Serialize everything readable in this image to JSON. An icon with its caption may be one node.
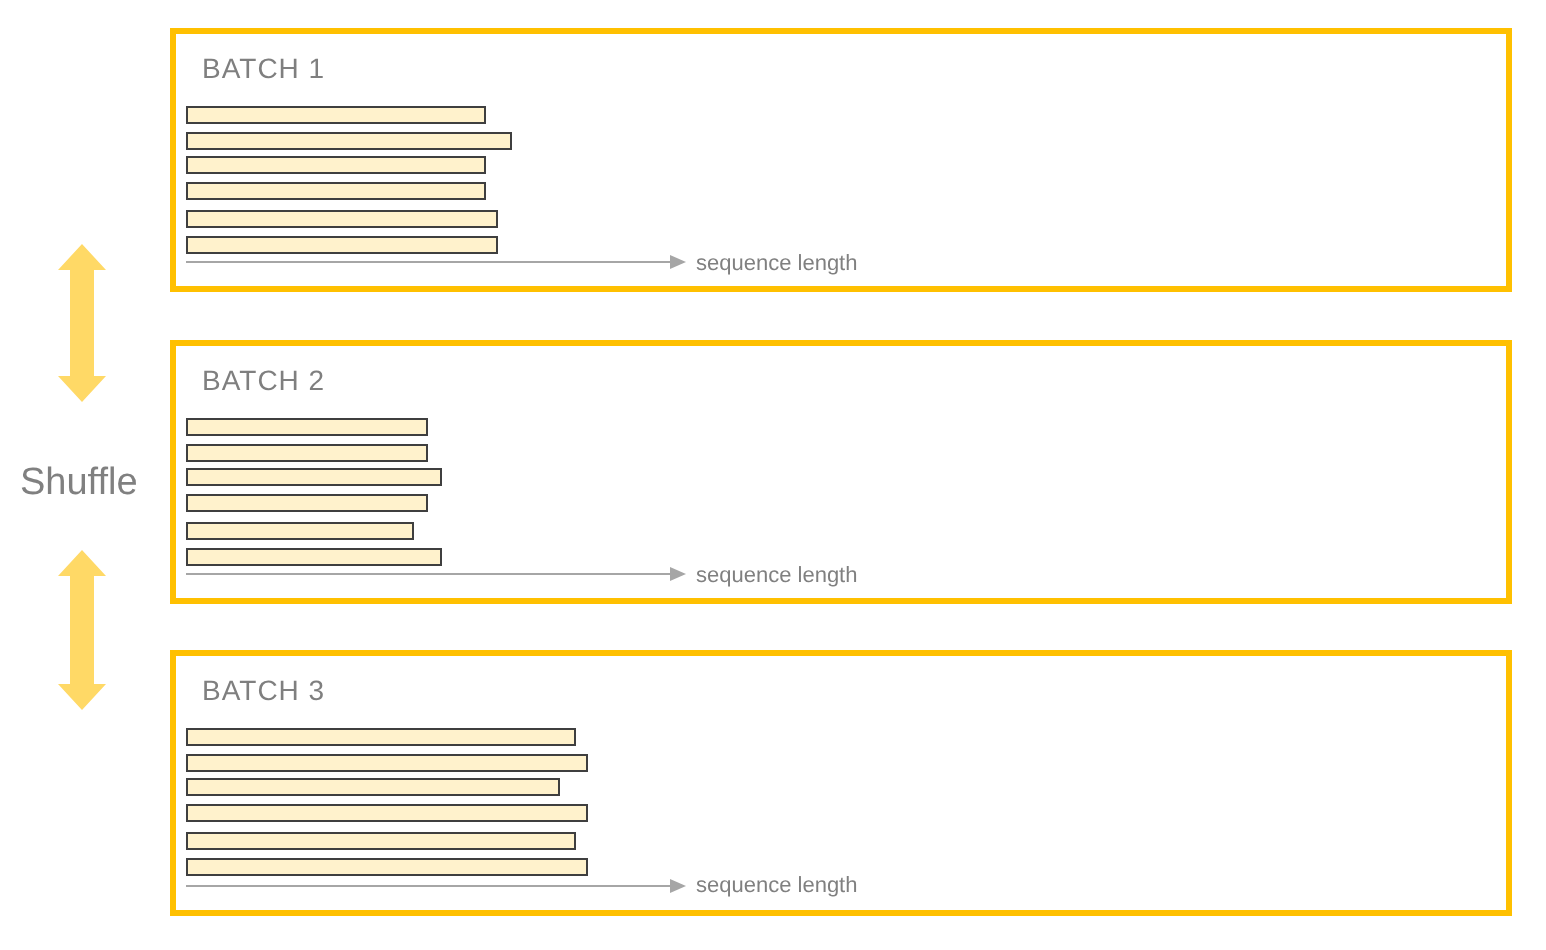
{
  "diagram": {
    "nodes": [
      {
        "text": [
          "BATCH 1"
        ]
      },
      {
        "text": [
          "BATCH 2"
        ]
      },
      {
        "text": [
          "BATCH 3"
        ]
      }
    ],
    "labels": [
      "Shuffle",
      "sequence length",
      "sequence length",
      "sequence length"
    ]
  }
}
